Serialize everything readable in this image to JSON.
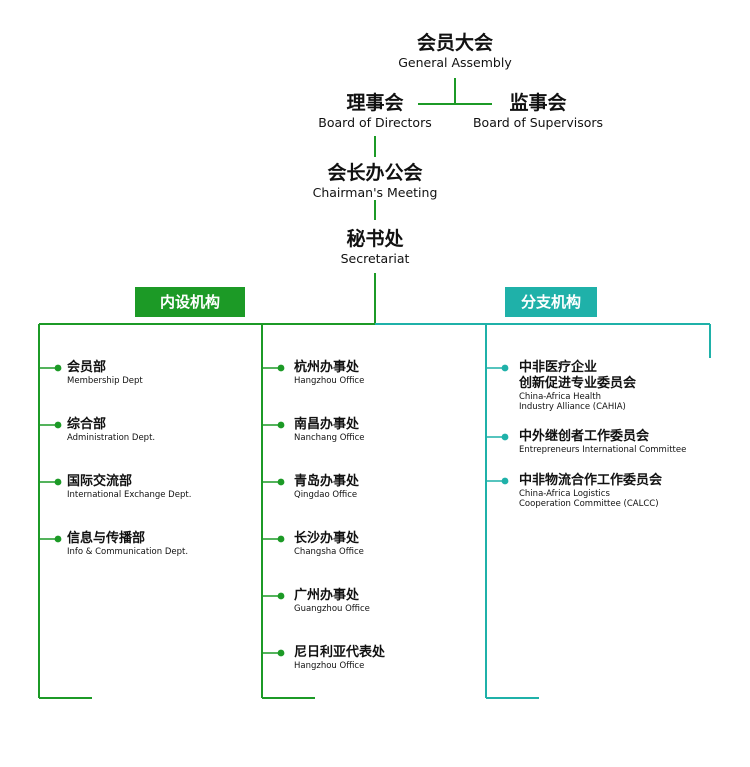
{
  "colors": {
    "green": "#1c9a26",
    "teal": "#1fb1a9"
  },
  "top": {
    "assembly": {
      "zh": "会员大会",
      "en": "General Assembly"
    },
    "board": {
      "zh": "理事会",
      "en": "Board of Directors"
    },
    "supervisors": {
      "zh": "监事会",
      "en": "Board of Supervisors"
    },
    "chairman": {
      "zh": "会长办公会",
      "en": "Chairman's Meeting"
    },
    "secretariat": {
      "zh": "秘书处",
      "en": "Secretariat"
    }
  },
  "categories": {
    "internal": "内设机构",
    "branch": "分支机构"
  },
  "departments": [
    {
      "zh": "会员部",
      "en": "Membership Dept"
    },
    {
      "zh": "综合部",
      "en": "Administration Dept."
    },
    {
      "zh": "国际交流部",
      "en": "International Exchange Dept."
    },
    {
      "zh": "信息与传播部",
      "en": "Info & Communication Dept."
    }
  ],
  "offices": [
    {
      "zh": "杭州办事处",
      "en": "Hangzhou Office"
    },
    {
      "zh": "南昌办事处",
      "en": "Nanchang Office"
    },
    {
      "zh": "青岛办事处",
      "en": "Qingdao Office"
    },
    {
      "zh": "长沙办事处",
      "en": "Changsha Office"
    },
    {
      "zh": "广州办事处",
      "en": "Guangzhou Office"
    },
    {
      "zh": "尼日利亚代表处",
      "en": "Hangzhou Office"
    }
  ],
  "committees": [
    {
      "zh1": "中非医疗企业",
      "zh2": "创新促进专业委员会",
      "en1": "China-Africa Health",
      "en2": "Industry Alliance (CAHIA)"
    },
    {
      "zh1": "中外继创者工作委员会",
      "en1": "Entrepreneurs International Committee"
    },
    {
      "zh1": "中非物流合作工作委员会",
      "en1": "China-Africa Logistics",
      "en2": "Cooperation Committee (CALCC)"
    }
  ]
}
